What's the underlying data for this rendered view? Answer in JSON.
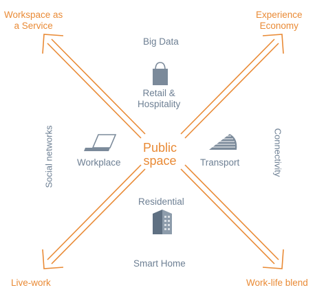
{
  "colors": {
    "accent": "#e98a35",
    "label": "#6d7f93",
    "icon": "#7b8a9a"
  },
  "center": {
    "line1": "Public",
    "line2": "space"
  },
  "corners": {
    "top_left": {
      "line1": "Workspace as",
      "line2": "a Service"
    },
    "top_right": {
      "line1": "Experience",
      "line2": "Economy"
    },
    "bottom_left": {
      "line1": "Live-work"
    },
    "bottom_right": {
      "line1": "Work-life blend"
    }
  },
  "themes": {
    "top": "Big Data",
    "left": "Social networks",
    "right": "Connectivity",
    "bottom": "Smart Home"
  },
  "sectors": {
    "retail": {
      "line1": "Retail &",
      "line2": "Hospitality",
      "icon": "shopping-bag-icon"
    },
    "workplace": {
      "label": "Workplace",
      "icon": "laptop-icon"
    },
    "transport": {
      "label": "Transport",
      "icon": "train-icon"
    },
    "residential": {
      "label": "Residential",
      "icon": "building-icon"
    }
  }
}
